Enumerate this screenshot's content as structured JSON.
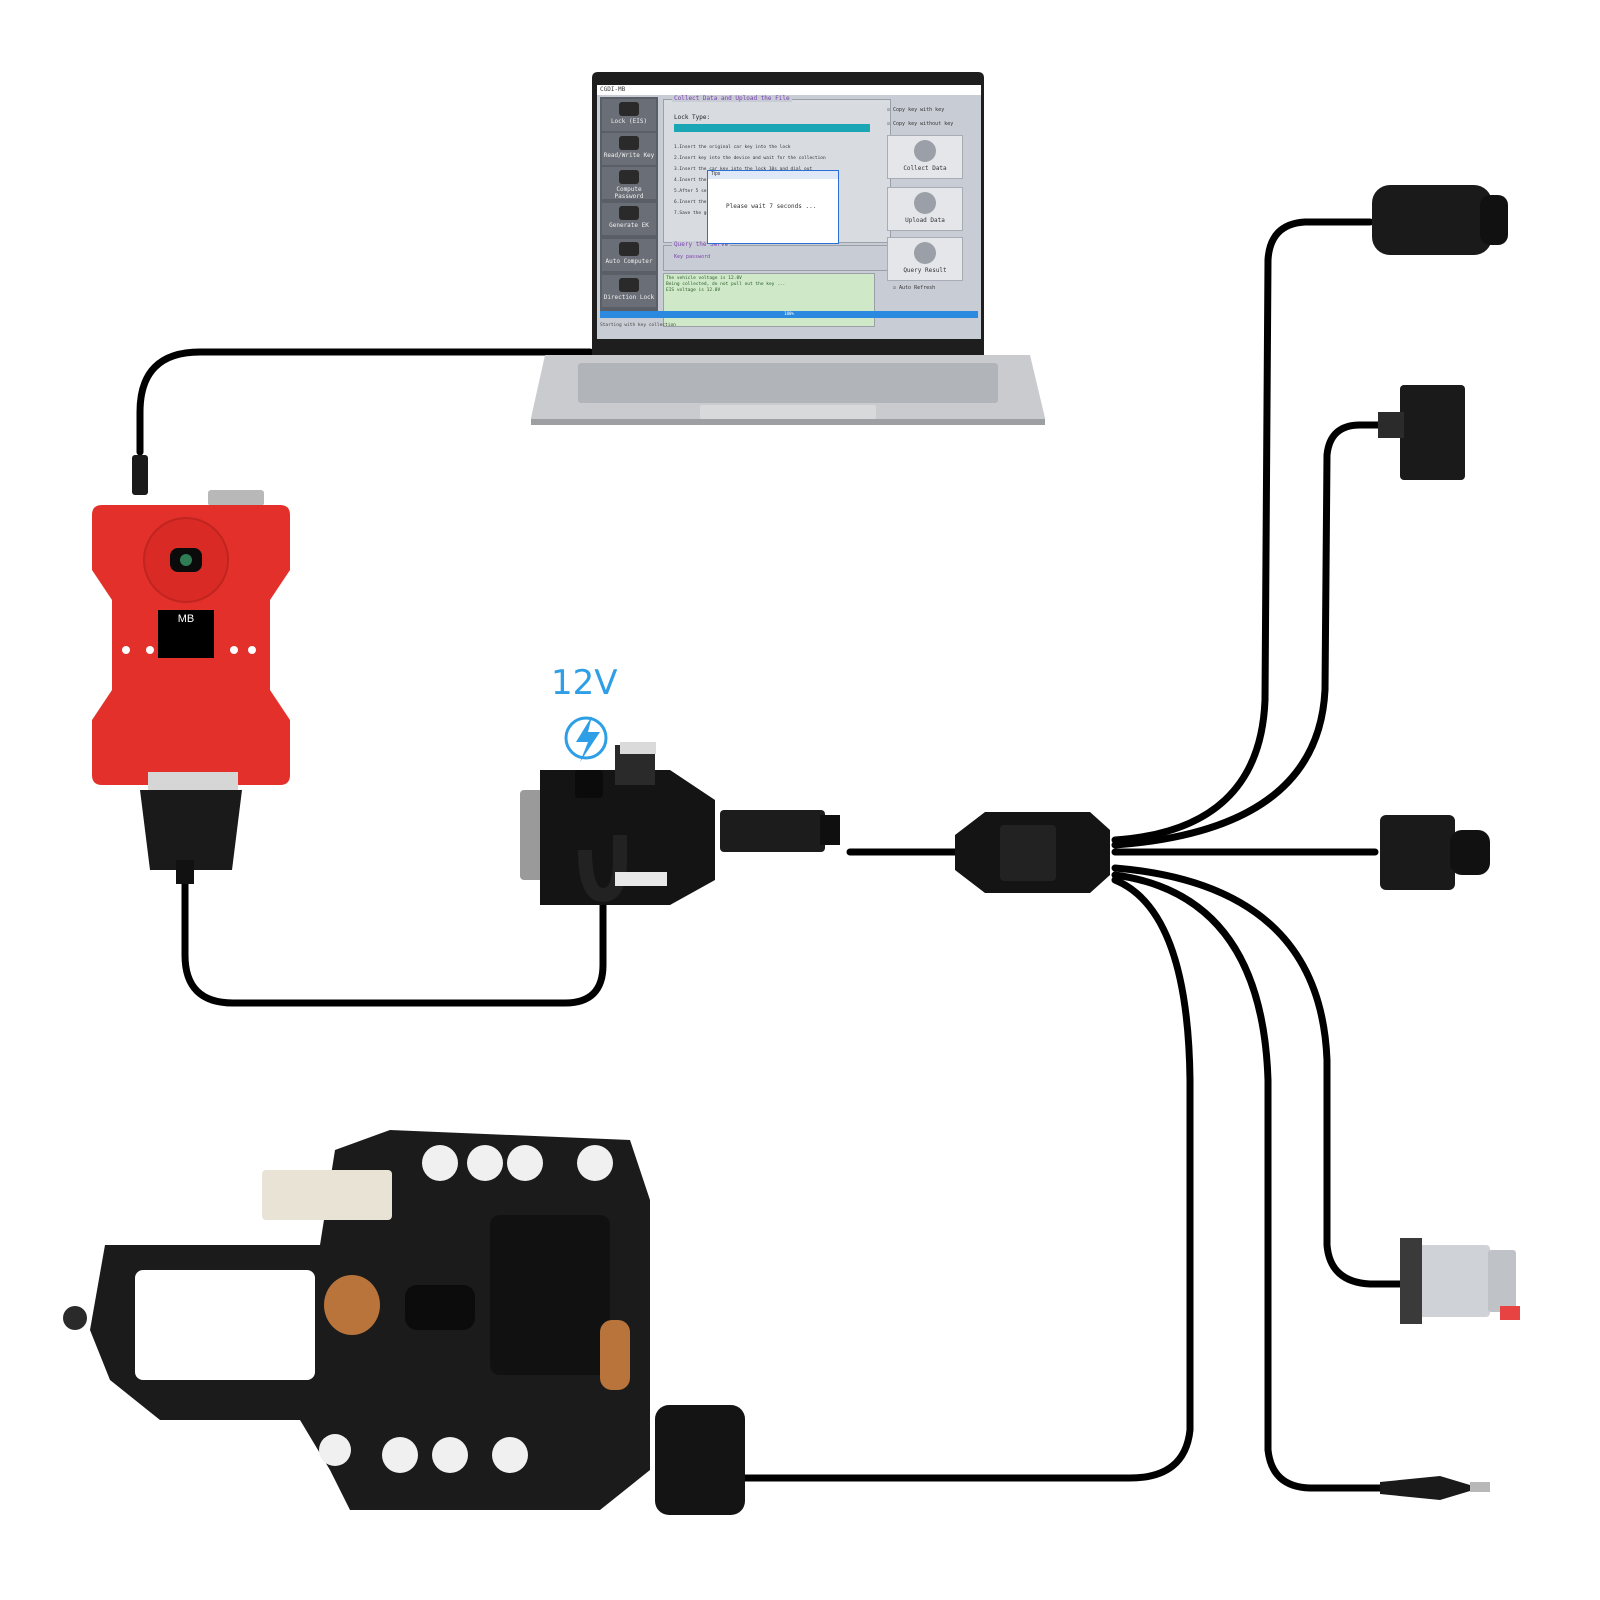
{
  "power_label": "12V",
  "device": {
    "lcd_text": "MB"
  },
  "software": {
    "window_title": "CGDI-MB",
    "sidebar": [
      {
        "label": "Lock (EIS)"
      },
      {
        "label": "Read/Write Key"
      },
      {
        "label": "Compute Password"
      },
      {
        "label": "Generate EK"
      },
      {
        "label": "Auto Computer"
      },
      {
        "label": "Direction Lock"
      }
    ],
    "collect_panel": {
      "legend": "Collect Data and Upload the File",
      "lock_type_label": "Lock Type:",
      "steps": [
        "1.Insert the original car key into the lock",
        "2.Insert key into the device and wait for the collection",
        "3.Insert the car key into the lock 10s and dial out",
        "4.Insert the key",
        "5.After 5 seconds,",
        "6.Insert the key",
        "7.Save the generat"
      ]
    },
    "dialog": {
      "title": "Tips",
      "message": "Please wait 7 seconds ..."
    },
    "query_panel": {
      "legend": "Query the Serve",
      "key_password_label": "Key password"
    },
    "log_lines": [
      "The vehicle voltage is 12.0V",
      "Being collected, do not pull out the key ...",
      "EIS voltage is 12.0V"
    ],
    "options": {
      "copy_with_key": "Copy key with key",
      "copy_without_key": "Copy key without key",
      "auto_refresh": "Auto Refresh"
    },
    "buttons": {
      "collect": "Collect Data",
      "upload": "Upload  Data",
      "query": "Query Result"
    },
    "progress_text": "100%",
    "status_text": "Starting with key collection"
  },
  "colors": {
    "cable": "#000000",
    "device_red": "#e3302a",
    "accent_blue": "#2e9fe6",
    "tcu_black": "#1b1b1b",
    "bronze": "#b8743a"
  }
}
